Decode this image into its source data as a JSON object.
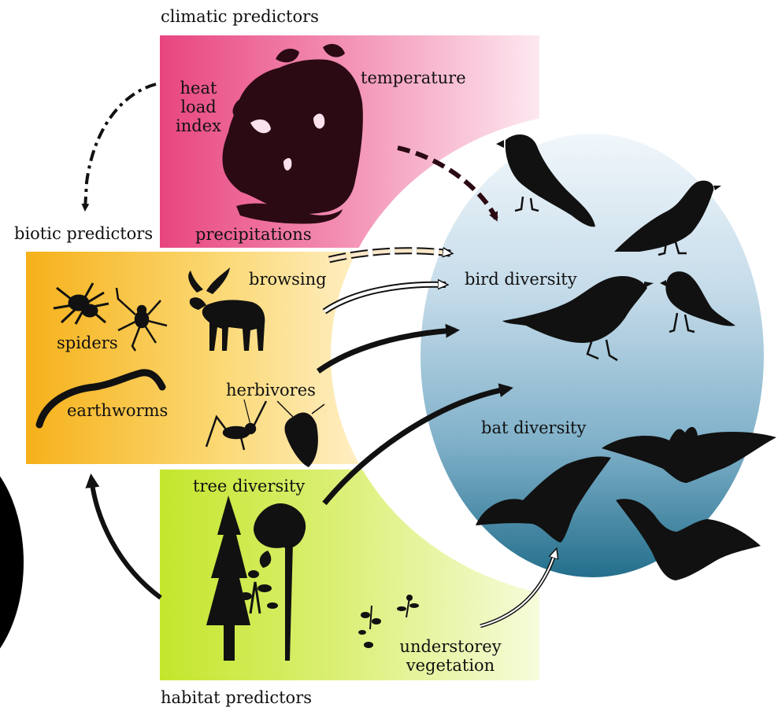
{
  "groups": {
    "climatic": "climatic predictors",
    "biotic": "biotic predictors",
    "habitat": "habitat predictors"
  },
  "climatic": {
    "heat_load": [
      "heat",
      "load",
      "index"
    ],
    "temperature": "temperature",
    "precipitations": "precipitations"
  },
  "biotic": {
    "spiders": "spiders",
    "earthworms": "earthworms",
    "browsing": "browsing",
    "herbivores": "herbivores"
  },
  "habitat": {
    "tree_diversity": "tree diversity",
    "understorey": [
      "understorey",
      "vegetation"
    ]
  },
  "response": {
    "bird_diversity": "bird diversity",
    "bat_diversity": "bat diversity"
  },
  "colors": {
    "climatic_pink": "#e8457f",
    "biotic_orange": "#f6b11a",
    "habitat_green": "#c4e62c",
    "response_blue_top": "#e7f1f7",
    "response_blue_bottom": "#2b7d9a",
    "silhouette": "#111111",
    "europe": "#2b0a14"
  },
  "icons": [
    "europe-map-icon",
    "spider-icon",
    "moose-icon",
    "earthworm-icon",
    "grasshopper-icon",
    "moth-icon",
    "conifer-tree-icon",
    "pine-tree-icon",
    "shrub-icon",
    "herb-icon",
    "bird-icon",
    "bat-icon"
  ]
}
